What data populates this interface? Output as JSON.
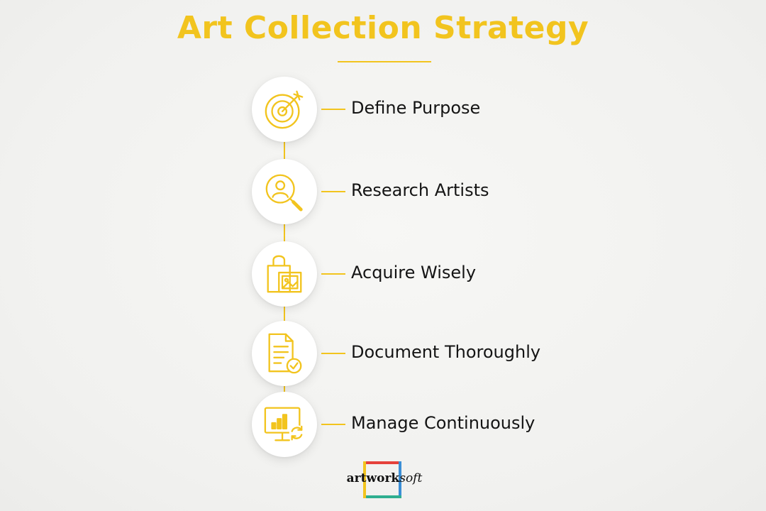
{
  "title": "Art Collection Strategy",
  "colors": {
    "accent": "#f2c41e",
    "text": "#141414",
    "background": "#f3f3f1"
  },
  "steps": [
    {
      "label": "Define Purpose",
      "icon": "target-icon"
    },
    {
      "label": "Research Artists",
      "icon": "magnify-person-icon"
    },
    {
      "label": "Acquire Wisely",
      "icon": "shopping-bag-picture-icon"
    },
    {
      "label": "Document Thoroughly",
      "icon": "document-check-icon"
    },
    {
      "label": "Manage Continuously",
      "icon": "monitor-chart-refresh-icon"
    }
  ],
  "logo": {
    "part1": "artwork",
    "part2": "soft"
  }
}
